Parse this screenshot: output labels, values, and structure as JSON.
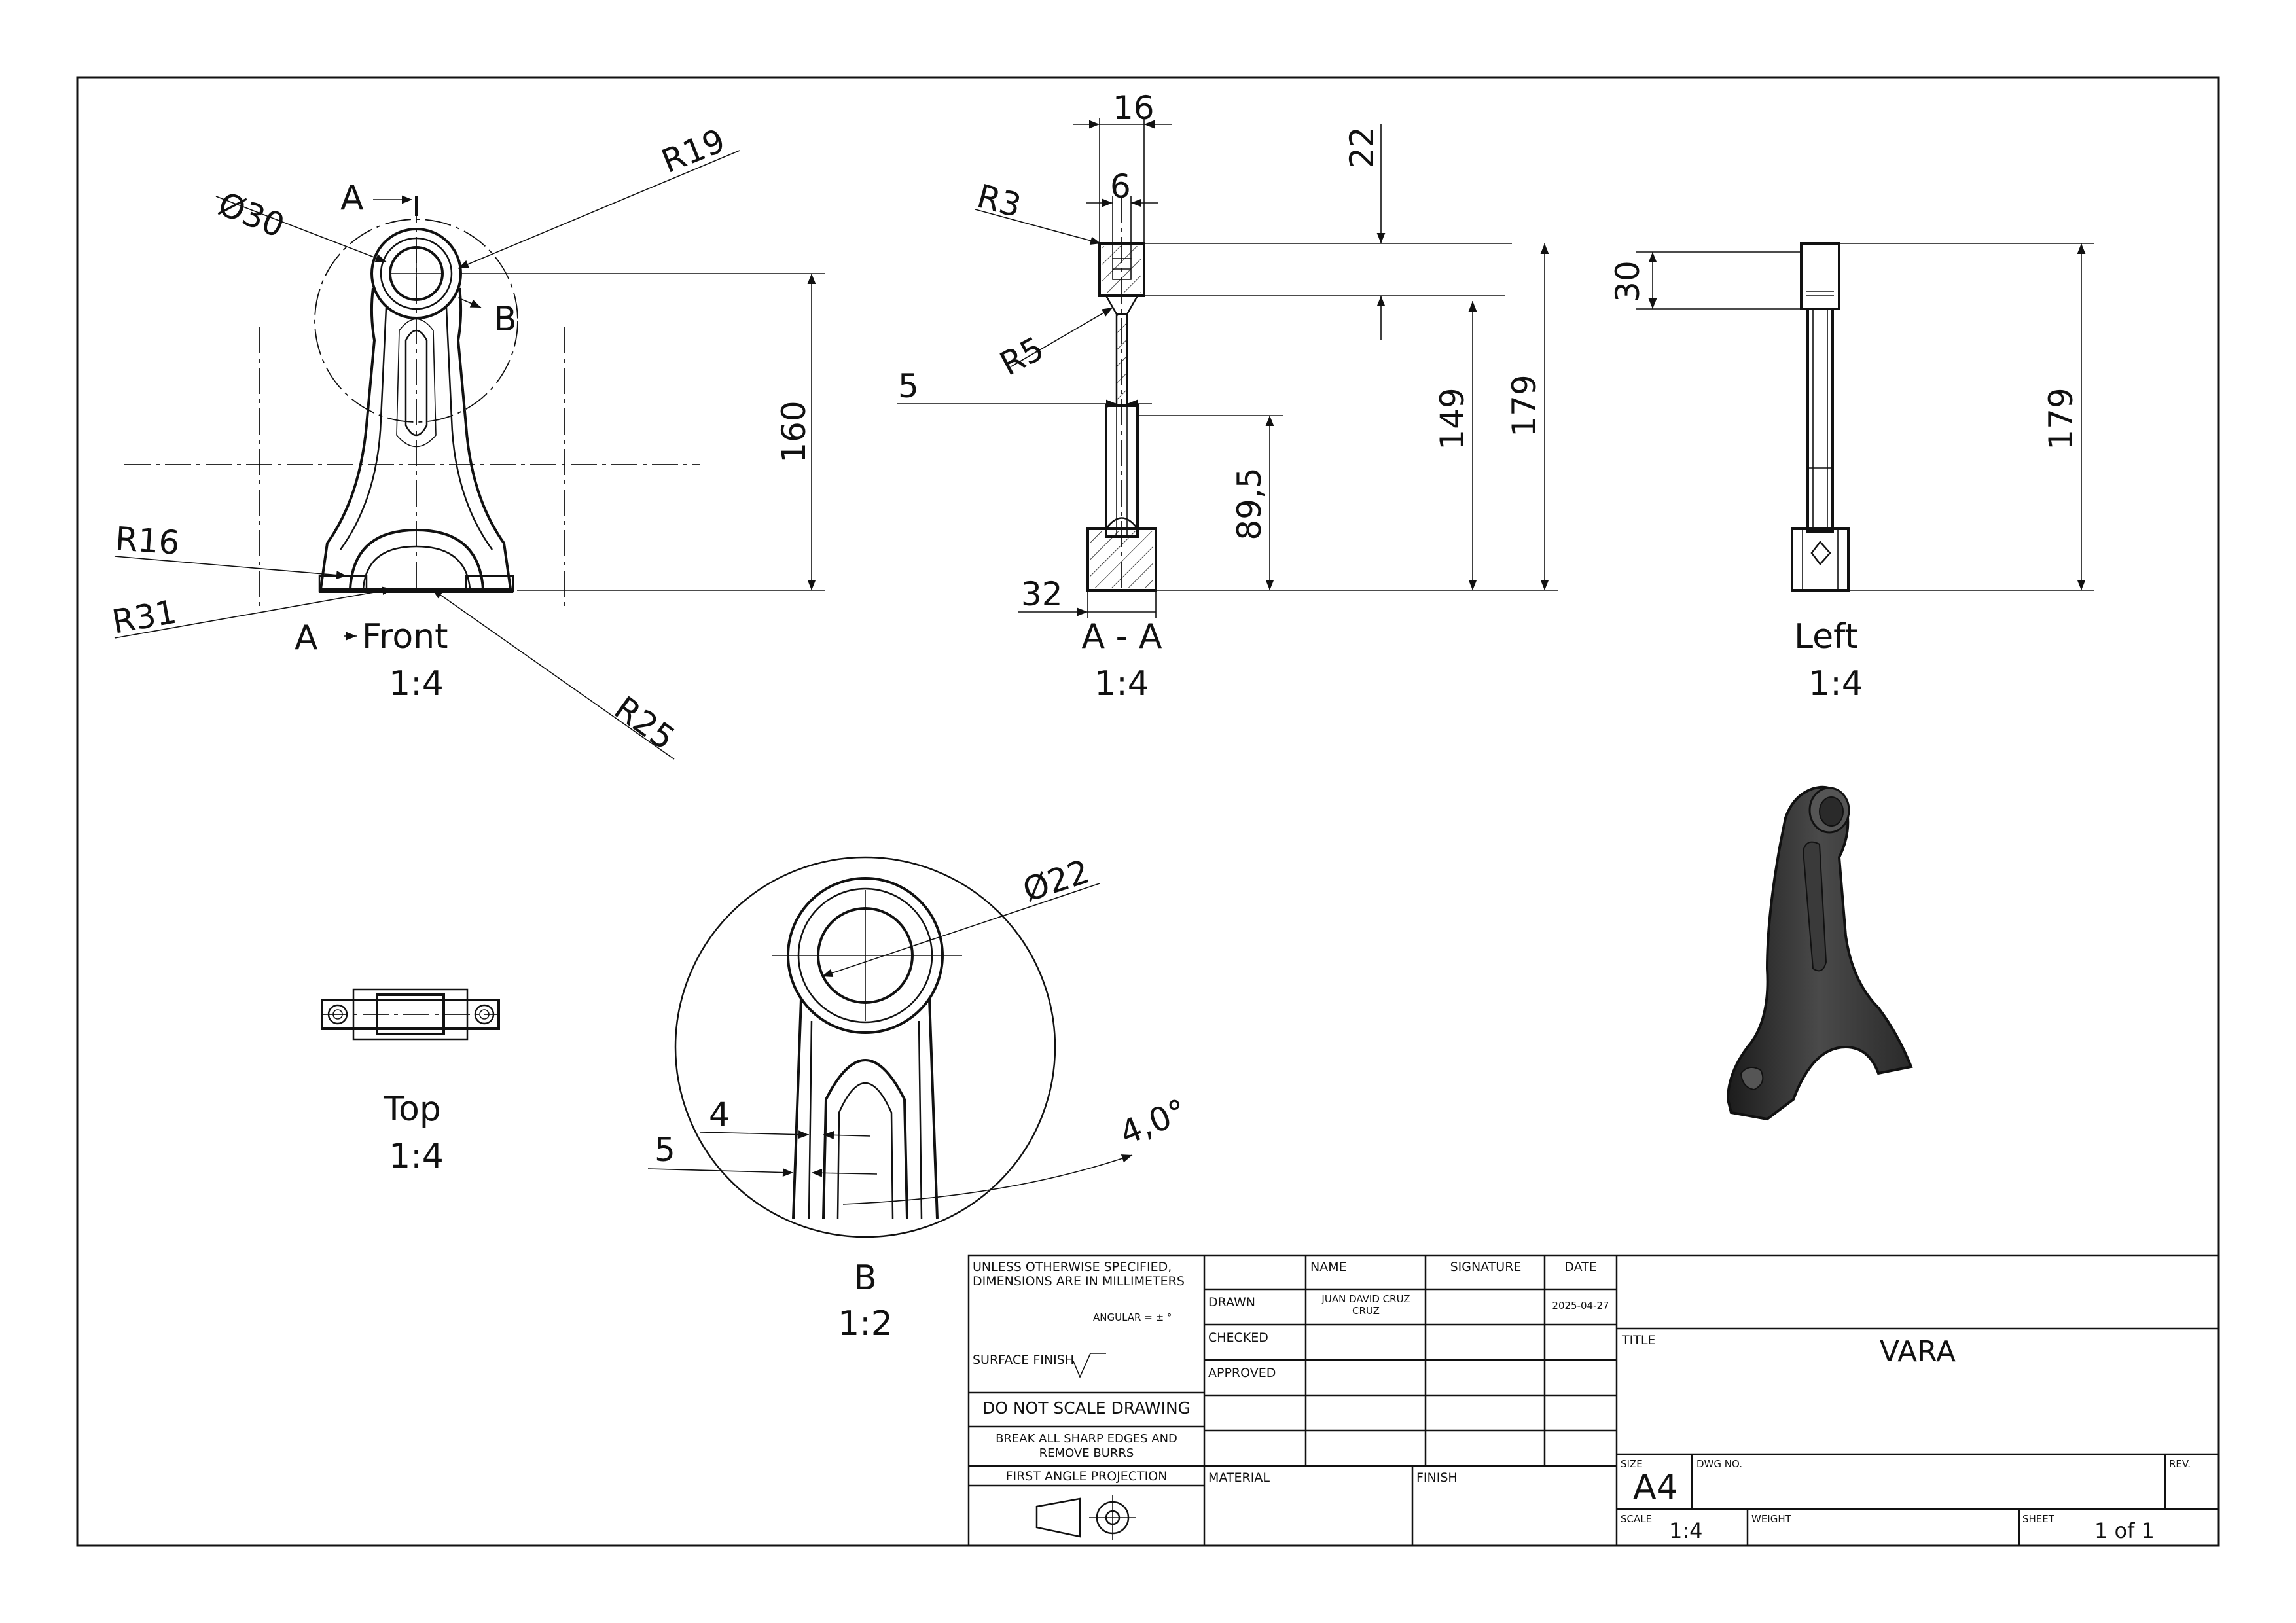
{
  "dimensions": {
    "front": {
      "dia30": "Ø30",
      "r19": "R19",
      "r16": "R16",
      "r31": "R31",
      "r25": "R25",
      "len160": "160",
      "sec_a_top": "A",
      "sec_a_bot": "A",
      "detail_b": "B"
    },
    "section": {
      "w16": "16",
      "w6": "6",
      "h22": "22",
      "r3": "R3",
      "r5": "R5",
      "w5": "5",
      "h149": "149",
      "h179": "179",
      "h89": "89,5",
      "w32": "32"
    },
    "left": {
      "h30": "30",
      "h179": "179"
    },
    "detail": {
      "dia22": "Ø22",
      "w4": "4",
      "w5": "5",
      "ang": "4,0°"
    }
  },
  "views": {
    "front": {
      "name": "Front",
      "scale": "1:4"
    },
    "section": {
      "name": "A - A",
      "scale": "1:4"
    },
    "left": {
      "name": "Left",
      "scale": "1:4"
    },
    "top": {
      "name": "Top",
      "scale": "1:4"
    },
    "detail": {
      "name": "B",
      "scale": "1:2"
    }
  },
  "title_block": {
    "unless_line1": "UNLESS OTHERWISE SPECIFIED,",
    "unless_line2": "DIMENSIONS ARE IN MILLIMETERS",
    "angular": "ANGULAR = ± °",
    "surface_finish": "SURFACE FINISH",
    "do_not_scale": "DO NOT SCALE DRAWING",
    "break_edges_1": "BREAK ALL SHARP EDGES AND",
    "break_edges_2": "REMOVE BURRS",
    "projection": "FIRST ANGLE PROJECTION",
    "col_name": "NAME",
    "col_signature": "SIGNATURE",
    "col_date": "DATE",
    "row_drawn": "DRAWN",
    "row_checked": "CHECKED",
    "row_approved": "APPROVED",
    "drawn_name_1": "JUAN DAVID CRUZ",
    "drawn_name_2": "CRUZ",
    "drawn_date": "2025-04-27",
    "material_label": "MATERIAL",
    "finish_label": "FINISH",
    "title_label": "TITLE",
    "title_value": "VARA",
    "size_label": "SIZE",
    "size_value": "A4",
    "dwg_label": "DWG NO.",
    "rev_label": "REV.",
    "scale_label": "SCALE",
    "scale_value": "1:4",
    "weight_label": "WEIGHT",
    "sheet_label": "SHEET",
    "sheet_value": "1 of 1"
  }
}
